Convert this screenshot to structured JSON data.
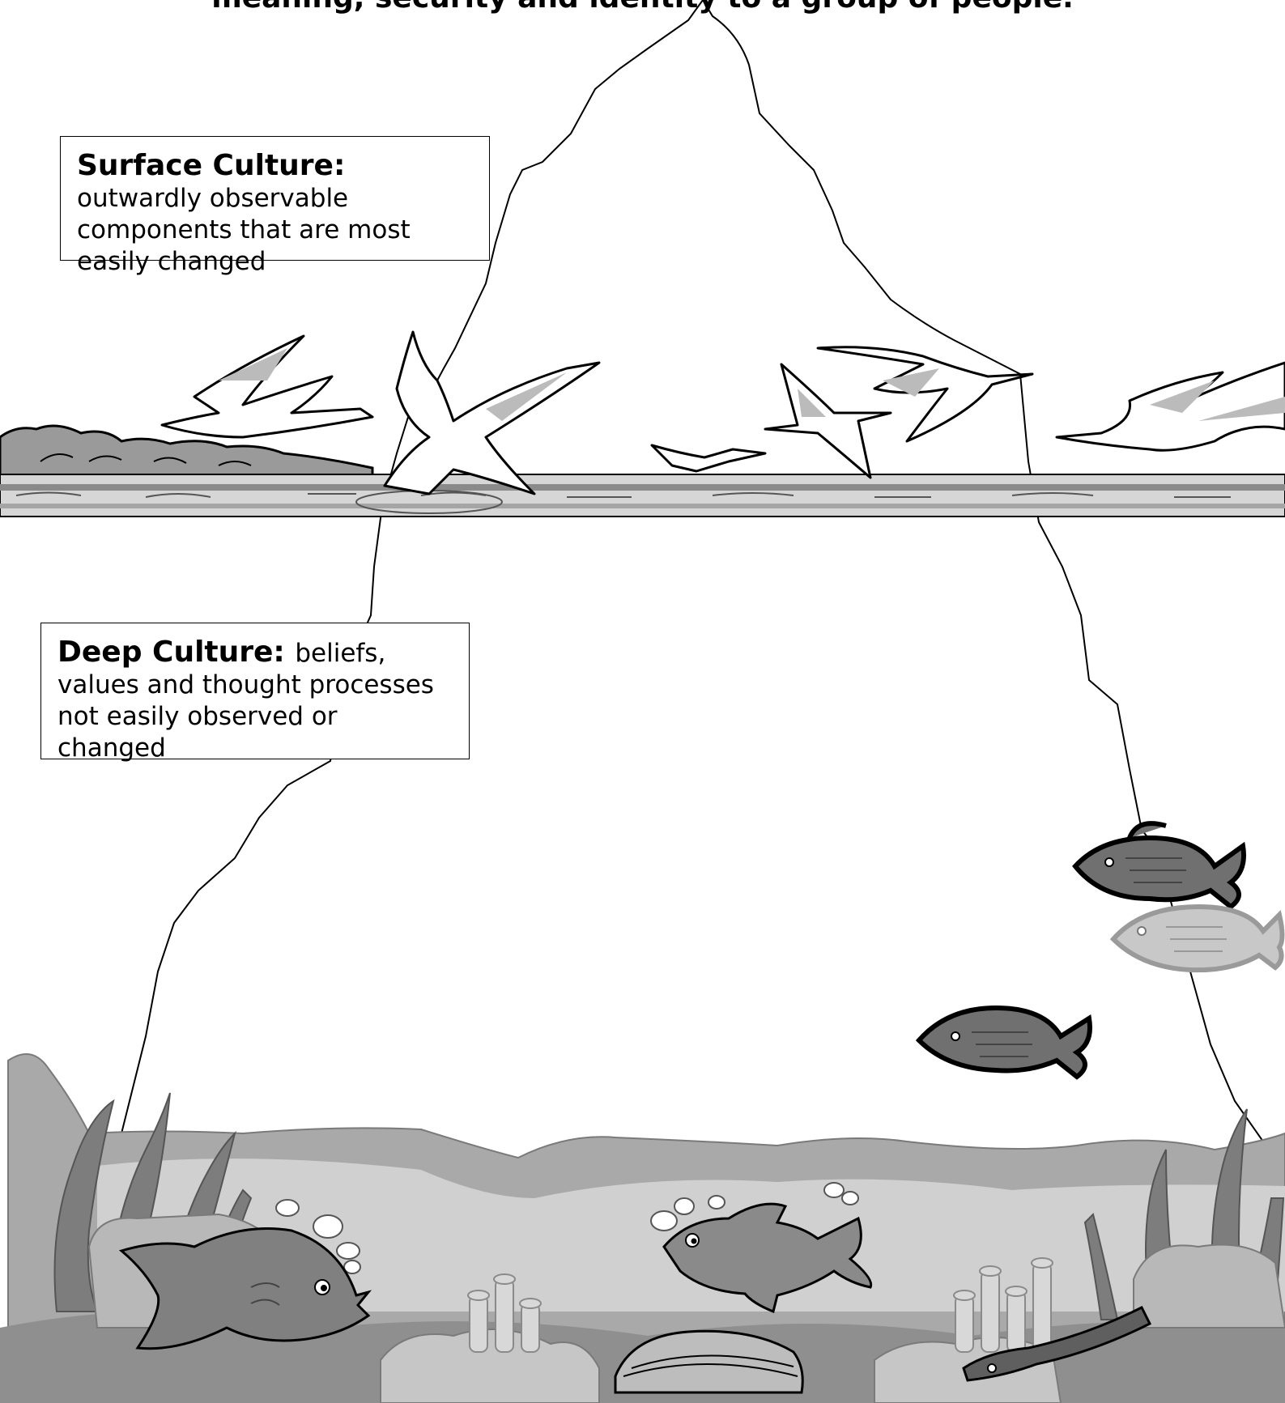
{
  "title": "meaning, security and identity to a group of people.",
  "surface_culture": {
    "term": "Surface Culture:",
    "description": "outwardly observable components that are most easily changed"
  },
  "deep_culture": {
    "term": "Deep Culture:",
    "description": "beliefs, values and thought processes not easily observed or changed"
  },
  "colors": {
    "outline": "#000000",
    "water_light": "#d6d6d6",
    "water_dark": "#8a8a8a",
    "seabed": "#a9a9a9",
    "fish_dark": "#707070",
    "fish_light": "#c8c8c8"
  }
}
